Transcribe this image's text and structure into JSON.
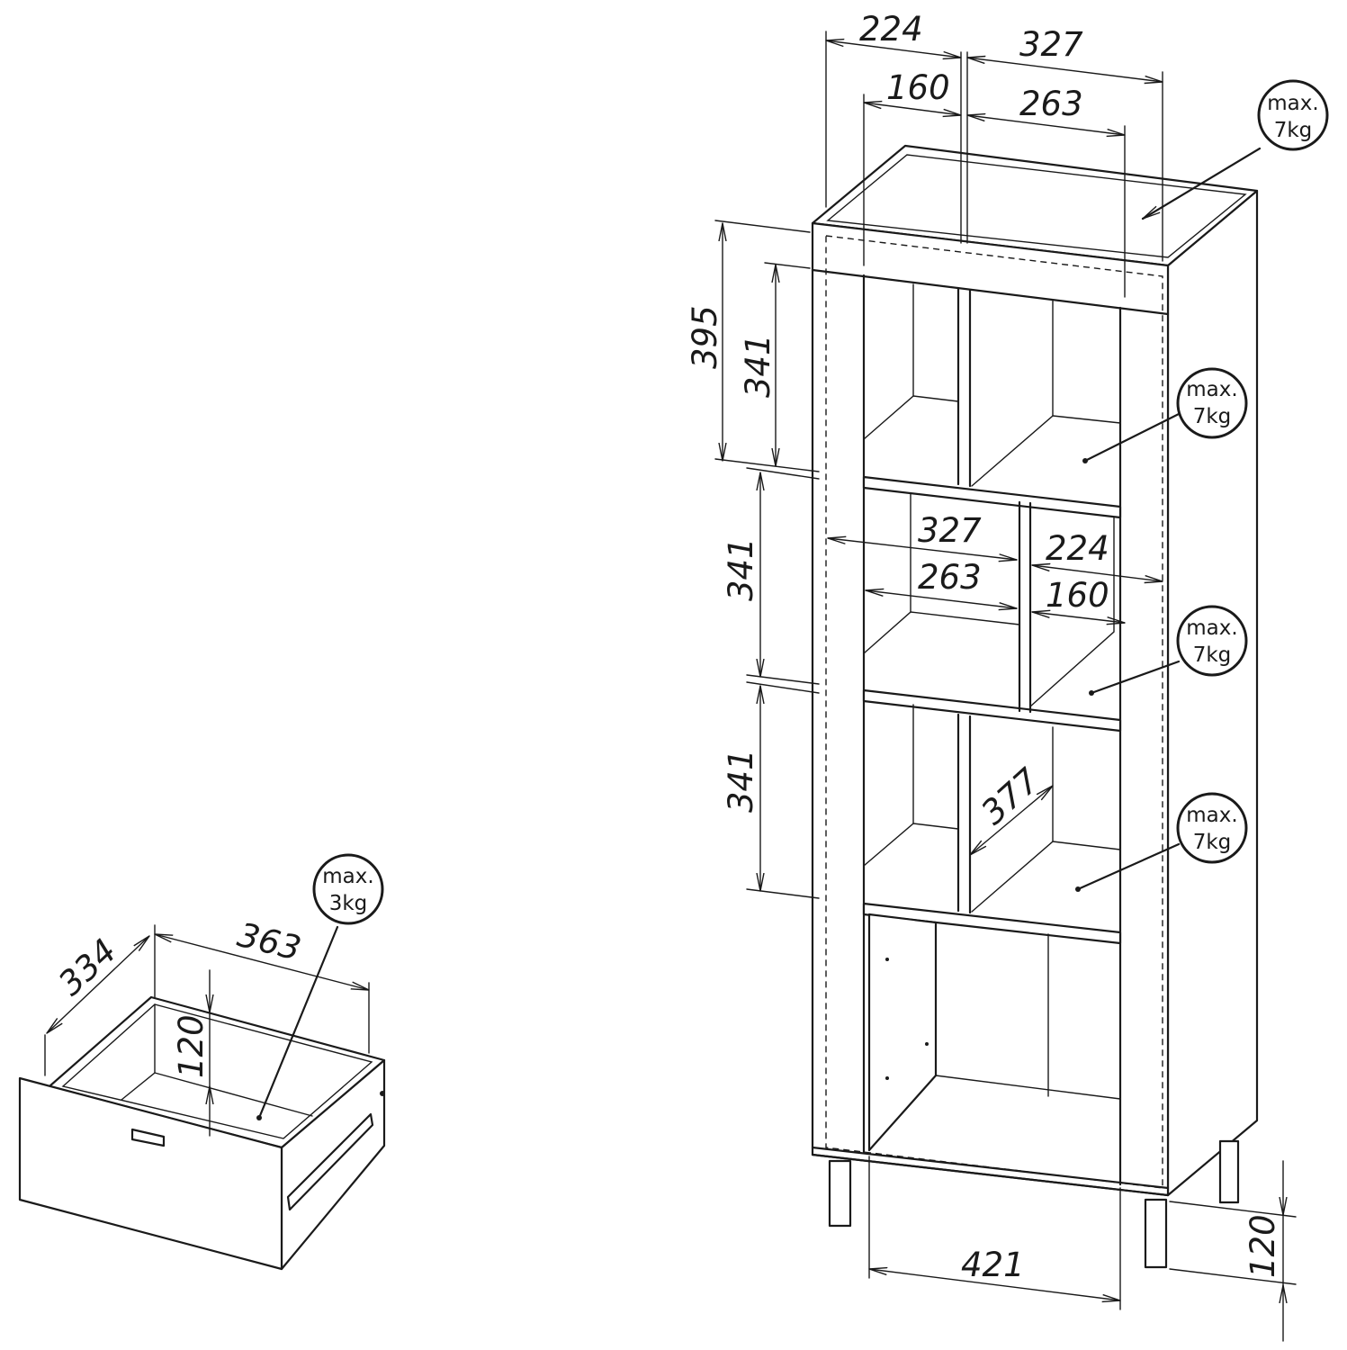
{
  "dimensions": {
    "top_outer_left": "224",
    "top_outer_right": "327",
    "top_inner_left": "160",
    "top_inner_right": "263",
    "height_top_total": "395",
    "height_top_inner": "341",
    "height_mid": "341",
    "height_low": "341",
    "mid_outer_left": "327",
    "mid_inner_left": "263",
    "mid_outer_right": "224",
    "mid_inner_right": "160",
    "depth": "377",
    "bottom_width": "421",
    "leg_height": "120",
    "drawer_depth": "334",
    "drawer_width": "363",
    "drawer_height": "120"
  },
  "load_badges": {
    "top": [
      "max.",
      "7kg"
    ],
    "shelf_1": [
      "max.",
      "7kg"
    ],
    "shelf_2": [
      "max.",
      "7kg"
    ],
    "shelf_3": [
      "max.",
      "7kg"
    ],
    "drawer": [
      "max.",
      "3kg"
    ]
  },
  "icons": {
    "arrowhead": "dimension-arrow-icon",
    "drawer_handle": "drawer-handle-icon"
  }
}
